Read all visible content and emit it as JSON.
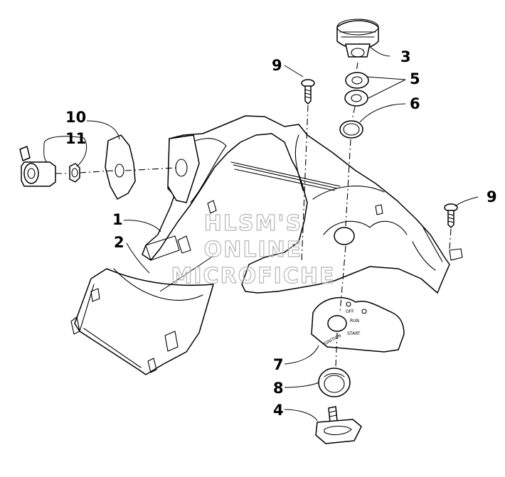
{
  "callouts": {
    "c1": "1",
    "c2": "2",
    "c3": "3",
    "c4": "4",
    "c5": "5",
    "c6": "6",
    "c7": "7",
    "c8": "8",
    "c9a": "9",
    "c9b": "9",
    "c10": "10",
    "c11": "11"
  },
  "switch_plate": {
    "off": "OFF",
    "run": "RUN",
    "start": "START",
    "ignition": "IGNITION"
  },
  "watermark": {
    "line1": "HLSM'S",
    "line2": "ONLINE",
    "line3": "MICROFICHE"
  }
}
